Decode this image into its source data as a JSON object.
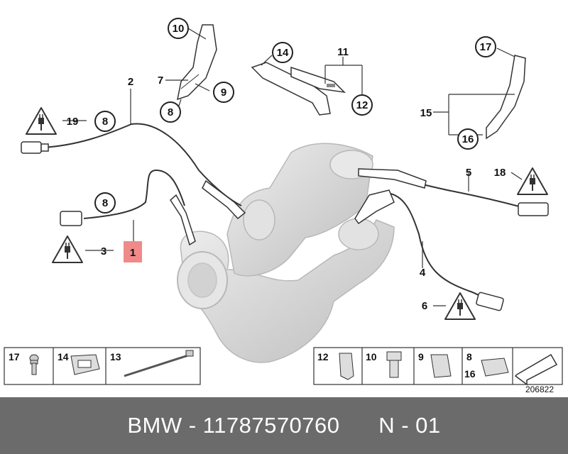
{
  "callouts": {
    "c1": "1",
    "c2": "2",
    "c3": "3",
    "c4": "4",
    "c5": "5",
    "c6": "6",
    "c7": "7",
    "c8a": "8",
    "c8b": "8",
    "c8c": "8",
    "c9": "9",
    "c10": "10",
    "c11": "11",
    "c12": "12",
    "c14": "14",
    "c15": "15",
    "c16": "16",
    "c17": "17",
    "c18": "18",
    "c19": "19"
  },
  "parts_bar_left": {
    "p17": "17",
    "p14": "14",
    "p13": "13"
  },
  "parts_bar_right": {
    "p12": "12",
    "p10": "10",
    "p9": "9",
    "p8": "8",
    "p16": "16"
  },
  "diagram_number": "206822",
  "footer": {
    "brand": "BMW",
    "sep1": " - ",
    "part_number": "11787570760",
    "gap": "      ",
    "position": "N - 01"
  },
  "colors": {
    "highlight": "#f08a8a",
    "footer_bg": "#6b6b6b",
    "muffler": "#d8d8d8"
  }
}
